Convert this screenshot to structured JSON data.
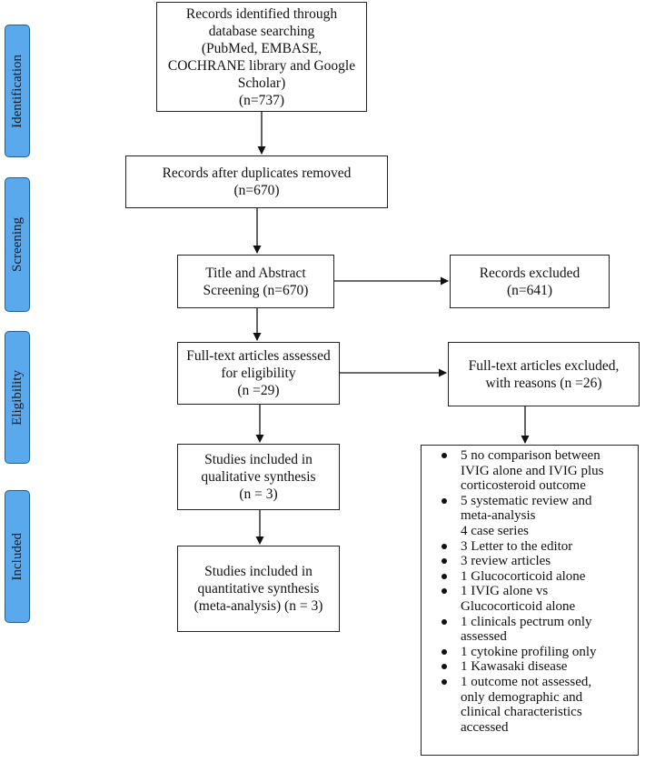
{
  "phases": {
    "identification": "Identification",
    "screening": "Screening",
    "eligibility": "Eligibility",
    "included": "Included"
  },
  "boxes": {
    "identified": [
      "Records identified through",
      "database searching",
      "(PubMed, EMBASE,",
      "COCHRANE library and Google",
      "Scholar)",
      "(n=737)"
    ],
    "duplicates_removed": [
      "Records after duplicates removed",
      "(n=670)"
    ],
    "title_abstract": [
      "Title and Abstract",
      "Screening (n=670)"
    ],
    "records_excluded": [
      "Records excluded",
      "(n=641)"
    ],
    "fulltext_assessed": [
      "Full-text articles assessed",
      "for eligibility",
      "(n =29)"
    ],
    "fulltext_excluded": [
      "Full-text articles excluded,",
      "with reasons (n =26)"
    ],
    "qualitative": [
      "Studies included in",
      "qualitative synthesis",
      "(n = 3)"
    ],
    "quantitative": [
      "Studies included in",
      "quantitative synthesis",
      "(meta-analysis) (n = 3)"
    ]
  },
  "exclusion_reasons": [
    {
      "bullet": true,
      "lines": [
        "5 no comparison between",
        "IVIG alone and IVIG plus",
        "corticosteroid outcome"
      ]
    },
    {
      "bullet": true,
      "lines": [
        "5 systematic review and",
        "meta-analysis"
      ]
    },
    {
      "bullet": false,
      "lines": [
        "4 case series"
      ]
    },
    {
      "bullet": true,
      "lines": [
        "3 Letter to the editor"
      ]
    },
    {
      "bullet": true,
      "lines": [
        "3 review articles"
      ]
    },
    {
      "bullet": true,
      "lines": [
        "1 Glucocorticoid alone"
      ]
    },
    {
      "bullet": true,
      "lines": [
        "1 IVIG alone vs",
        "Glucocorticoid alone"
      ]
    },
    {
      "bullet": true,
      "lines": [
        "1 clinicals pectrum only",
        "assessed"
      ]
    },
    {
      "bullet": true,
      "lines": [
        "1 cytokine profiling only"
      ]
    },
    {
      "bullet": true,
      "lines": [
        "1 Kawasaki disease"
      ]
    },
    {
      "bullet": true,
      "lines": [
        "1 outcome not assessed,",
        "only demographic and",
        "clinical characteristics",
        "accessed"
      ]
    }
  ],
  "colors": {
    "phase_fill": "#5aa9ec",
    "phase_border": "#1f5f99",
    "box_border": "#222222",
    "arrow": "#111111"
  }
}
